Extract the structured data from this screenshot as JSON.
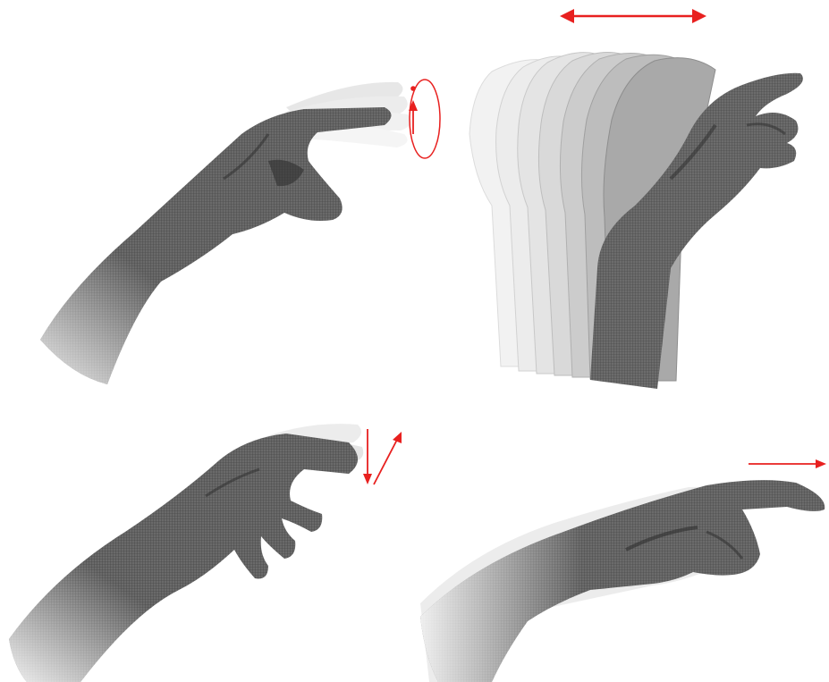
{
  "figure": {
    "background": "#ffffff",
    "annotation_color": "#e8201f",
    "mesh_dark": "#3a3a3a",
    "mesh_mid": "#6b6b6b",
    "mesh_light": "#d6d6d6"
  },
  "panels": [
    {
      "id": "top-left",
      "gesture": "fingertip-circle-rotation",
      "icons": [
        "rotation-ellipse-icon",
        "up-arrow-icon",
        "pivot-dot-icon"
      ]
    },
    {
      "id": "top-right",
      "gesture": "hand-lateral-sweep",
      "icons": [
        "double-headed-arrow-icon"
      ]
    },
    {
      "id": "bottom-left",
      "gesture": "finger-up-down-flick",
      "icons": [
        "down-arrow-icon",
        "diagonal-up-arrow-icon"
      ]
    },
    {
      "id": "bottom-right",
      "gesture": "hand-forward-push",
      "icons": [
        "right-arrow-icon"
      ]
    }
  ]
}
